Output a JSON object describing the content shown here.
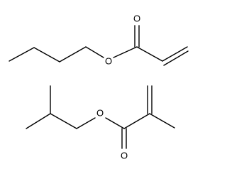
{
  "molecules": [
    {
      "atoms": {
        "ester_oxygen": "O",
        "carbonyl_oxygen": "O"
      }
    },
    {
      "atoms": {
        "ester_oxygen": "O",
        "carbonyl_oxygen": "O"
      }
    }
  ],
  "colors": {
    "background": "#ffffff",
    "bond": "#000000",
    "label": "#000000"
  }
}
